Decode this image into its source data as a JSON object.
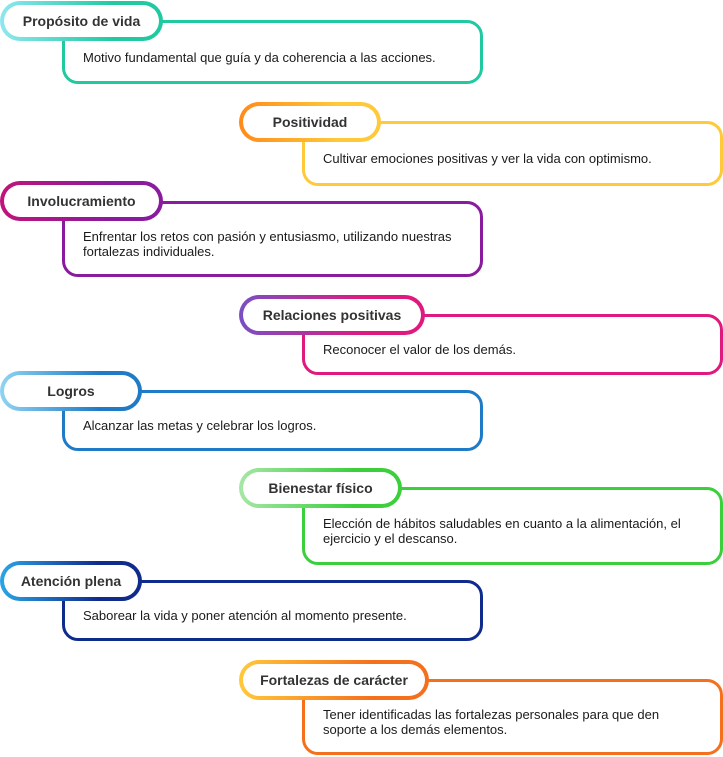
{
  "items": [
    {
      "title": "Propósito de vida",
      "description": "Motivo fundamental que guía y da coherencia a las acciones.",
      "color": "#20c9a0",
      "light_color": "#8ee7f0",
      "side": "left"
    },
    {
      "title": "Positividad",
      "description": "Cultivar emociones positivas y ver la vida con optimismo.",
      "color": "#ffc93a",
      "light_color": "#ff8a1a",
      "side": "right"
    },
    {
      "title": "Involucramiento",
      "description": "Enfrentar los retos con pasión y entusiasmo, utilizando nuestras fortalezas individuales.",
      "color": "#8a1a9e",
      "light_color": "#c0147a",
      "side": "left"
    },
    {
      "title": "Relaciones positivas",
      "description": "Reconocer el valor de los demás.",
      "color": "#e0197f",
      "light_color": "#7a4fc4",
      "side": "right"
    },
    {
      "title": "Logros",
      "description": "Alcanzar las metas y celebrar los logros.",
      "color": "#1f7bc6",
      "light_color": "#8fd4f2",
      "side": "left"
    },
    {
      "title": "Bienestar físico",
      "description": "Elección de hábitos saludables en cuanto a la alimentación, el ejercicio y el descanso.",
      "color": "#3ccf3c",
      "light_color": "#a6e6a6",
      "side": "right"
    },
    {
      "title": "Atención plena",
      "description": "Saborear la vida y poner atención al momento presente.",
      "color": "#0f2b8c",
      "light_color": "#2aa5e6",
      "side": "left"
    },
    {
      "title": "Fortalezas de carácter",
      "description": "Tener identificadas las fortalezas personales para que den soporte a los demás elementos.",
      "color": "#f5701c",
      "light_color": "#ffc93a",
      "side": "right"
    }
  ]
}
